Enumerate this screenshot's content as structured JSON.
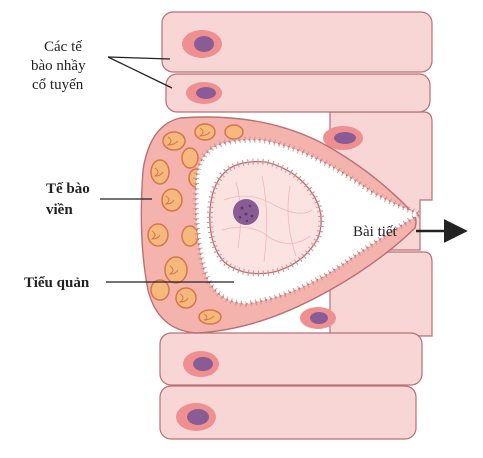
{
  "labels": {
    "mucous_cells": [
      "Các tế",
      "bào nhầy",
      "cổ tuyến"
    ],
    "parietal_cell": [
      "Tế bào",
      "viền"
    ],
    "canaliculus": "Tiểu quản",
    "secretion": "Bài tiết"
  },
  "colors": {
    "cell_fill": "#f8d6d6",
    "cell_stroke": "#b96f74",
    "parietal_fill": "#f4a9a3",
    "mito_fill": "#f5b97e",
    "mito_stroke": "#d9744a",
    "nucleus_halo": "#ef8f90",
    "nucleus": "#8a5c96",
    "lumen": "#ffffff",
    "line": "#222222"
  }
}
